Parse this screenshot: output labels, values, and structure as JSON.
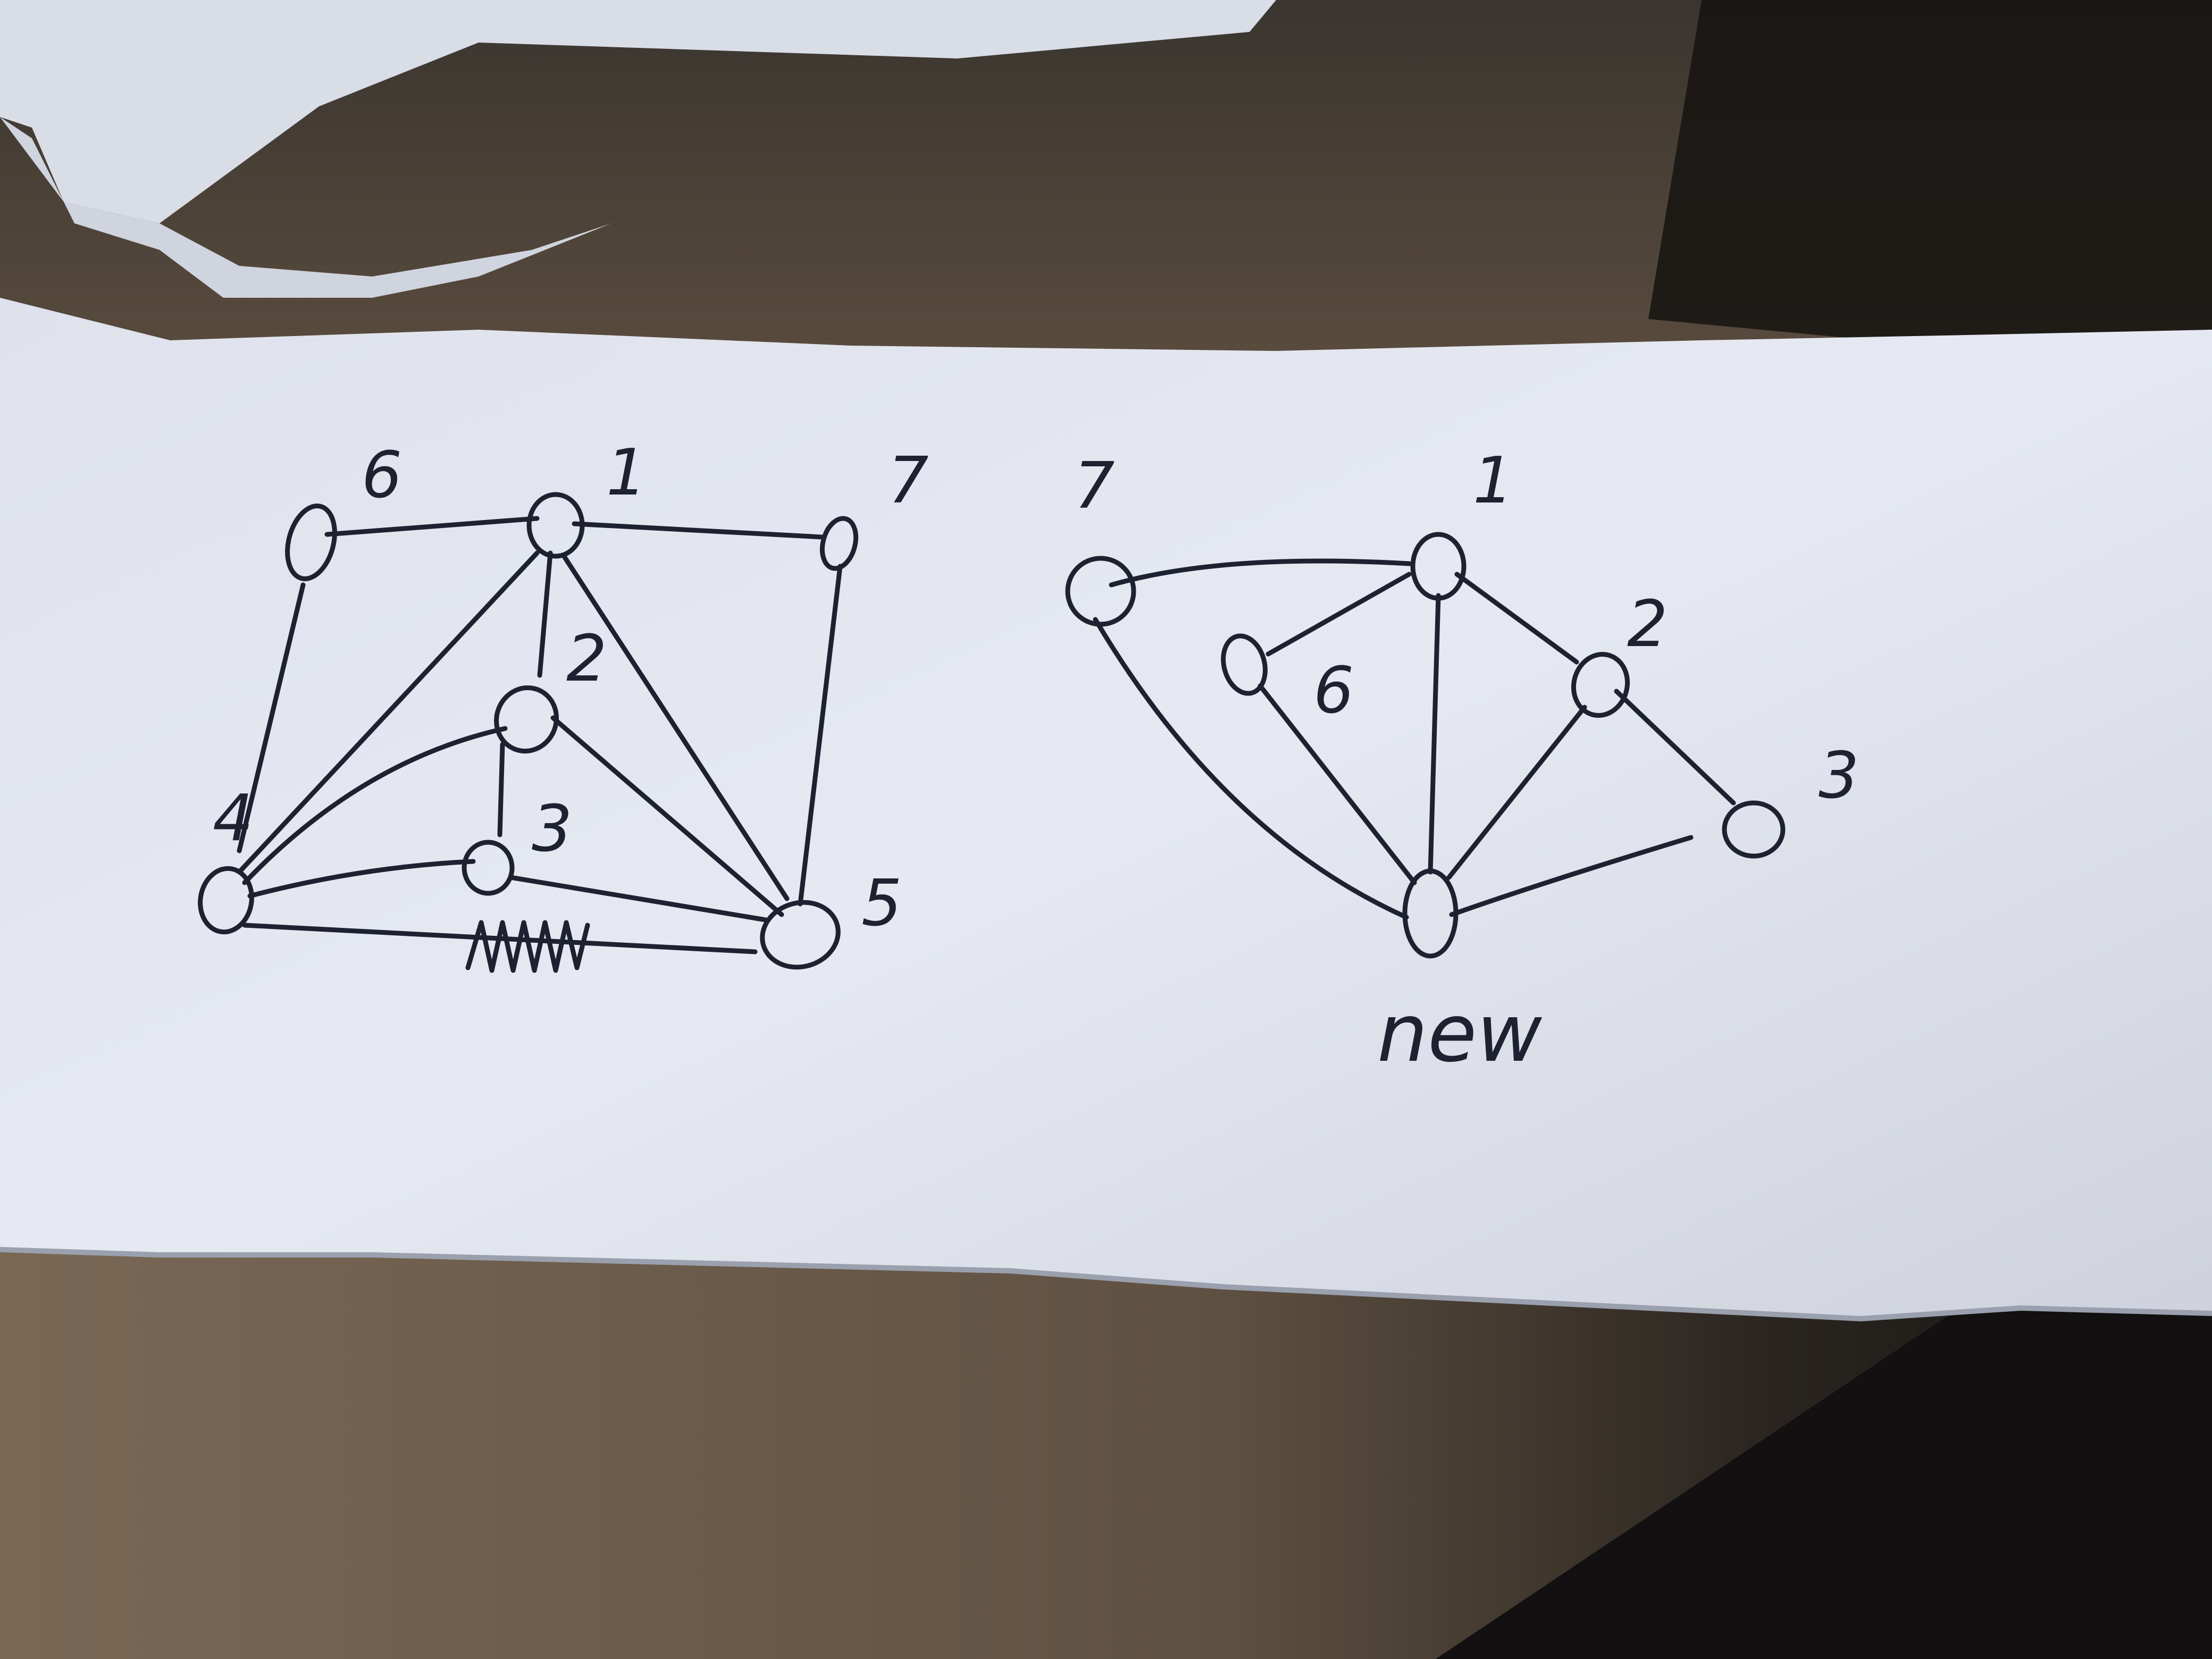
{
  "left_graph": {
    "labels": {
      "n6": "6",
      "n1": "1",
      "n7": "7",
      "n2": "2",
      "n4": "4",
      "n3": "3",
      "n5": "5"
    },
    "edges": [
      [
        "n6",
        "n1"
      ],
      [
        "n1",
        "n7"
      ],
      [
        "n6",
        "n4"
      ],
      [
        "n1",
        "n4"
      ],
      [
        "n1",
        "n2"
      ],
      [
        "n1",
        "n5"
      ],
      [
        "n7",
        "n5"
      ],
      [
        "n2",
        "n4"
      ],
      [
        "n2",
        "n3"
      ],
      [
        "n2",
        "n5"
      ],
      [
        "n3",
        "n4"
      ],
      [
        "n3",
        "n5"
      ],
      [
        "n4",
        "n5"
      ]
    ],
    "crossed_out_edge": [
      "n4",
      "n5"
    ]
  },
  "right_graph": {
    "labels": {
      "r7": "7",
      "r1": "1",
      "r6": "6",
      "r2": "2",
      "r3": "3",
      "rnew": "new"
    },
    "edges": [
      [
        "r7",
        "r1"
      ],
      [
        "r7",
        "rnew"
      ],
      [
        "r1",
        "r6"
      ],
      [
        "r1",
        "rnew"
      ],
      [
        "r1",
        "r2"
      ],
      [
        "r6",
        "rnew"
      ],
      [
        "r2",
        "rnew"
      ],
      [
        "r2",
        "r3"
      ],
      [
        "r3",
        "rnew"
      ]
    ]
  },
  "colors": {
    "ink": "#1e2130",
    "paper": "#e4e7f1",
    "desk": "#6a5a49",
    "background": "#1d1a18"
  }
}
